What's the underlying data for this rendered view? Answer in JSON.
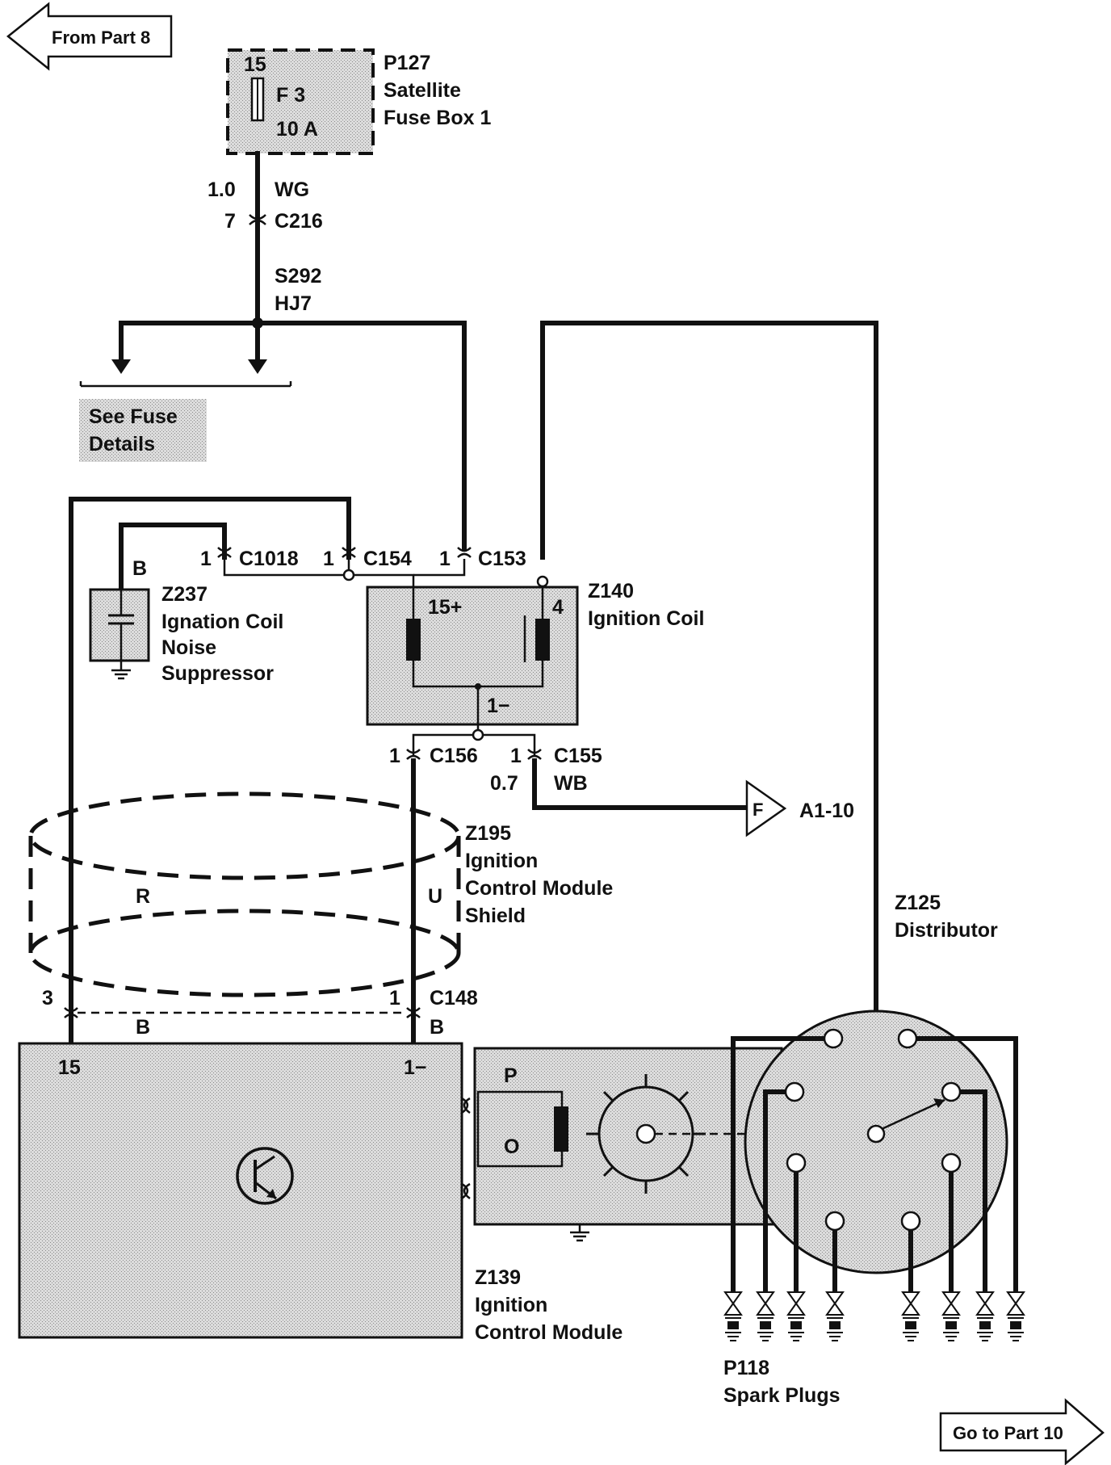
{
  "nav": {
    "from": "From Part  8",
    "to": "Go to Part  10"
  },
  "fuse_box": {
    "pin": "15",
    "fuse": "F 3",
    "rating": "10 A",
    "id": "P127",
    "name_line1": "Satellite",
    "name_line2": "Fuse Box 1"
  },
  "wire_main": {
    "size": "1.0",
    "color": "WG",
    "conn_pin": "7",
    "conn": "C216",
    "splice": "S292",
    "splice_loc": "HJ7"
  },
  "fuse_details": {
    "line1": "See Fuse",
    "line2": "Details"
  },
  "connectors": {
    "c1018_pin": "1",
    "c1018": "C1018",
    "c154_pin": "1",
    "c154": "C154",
    "c153_pin": "1",
    "c153": "C153",
    "c156_pin": "1",
    "c156": "C156",
    "c155_pin": "1",
    "c155": "C155",
    "c148_left_pin": "3",
    "c148_right_pin": "1",
    "c148": "C148"
  },
  "suppressor": {
    "wire_color": "B",
    "id": "Z237",
    "line1": "Ignation Coil",
    "line2": "Noise",
    "line3": "Suppressor"
  },
  "coil": {
    "id": "Z140",
    "name": "Ignition Coil",
    "term_pos": "15+",
    "term_4": "4",
    "term_neg": "1−"
  },
  "c155_wire": {
    "size": "0.7",
    "color": "WB",
    "ref_letter": "F",
    "ref": "A1-10"
  },
  "shield": {
    "id": "Z195",
    "line1": "Ignition",
    "line2": "Control Module",
    "line3": "Shield",
    "wire_left": "R",
    "wire_right": "U"
  },
  "module": {
    "pin_left": "15",
    "pin_right": "1−",
    "wire_left_b": "B",
    "wire_right_b": "B",
    "id": "Z139",
    "line1": "Ignition",
    "line2": "Control Module"
  },
  "pickup": {
    "p": "P",
    "o": "O"
  },
  "distributor": {
    "id": "Z125",
    "name": "Distributor"
  },
  "spark_plugs": {
    "id": "P118",
    "name": "Spark Plugs"
  }
}
